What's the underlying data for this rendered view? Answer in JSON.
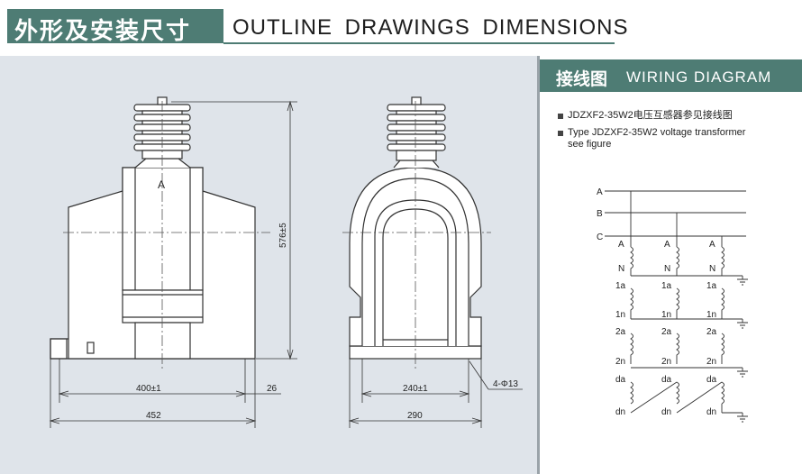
{
  "header": {
    "title_cn": "外形及安装尺寸",
    "title_en": "OUTLINE DRAWINGS DIMENSIONS"
  },
  "outline": {
    "label_a": "A",
    "dims": {
      "height": "576±5",
      "front_bolt": "400±1",
      "front_offset": "26",
      "front_width": "452",
      "side_bolt": "240±1",
      "side_width": "290",
      "holes": "4-Φ13"
    }
  },
  "wiring": {
    "title_cn": "接线图",
    "title_en": "WIRING DIAGRAM",
    "notes": [
      "JDZXF2-35W2电压互感器参见接线图",
      "Type JDZXF2-35W2 voltage transformer",
      "see figure"
    ],
    "phases": [
      "A",
      "B",
      "C"
    ],
    "labels": {
      "a": "A",
      "n": "N",
      "a1": "1a",
      "n1": "1n",
      "a2": "2a",
      "n2": "2n",
      "da": "da",
      "dn": "dn"
    }
  },
  "colors": {
    "accent": "#4e7c74",
    "panel_bg": "#dfe4ea",
    "line": "#333333"
  }
}
